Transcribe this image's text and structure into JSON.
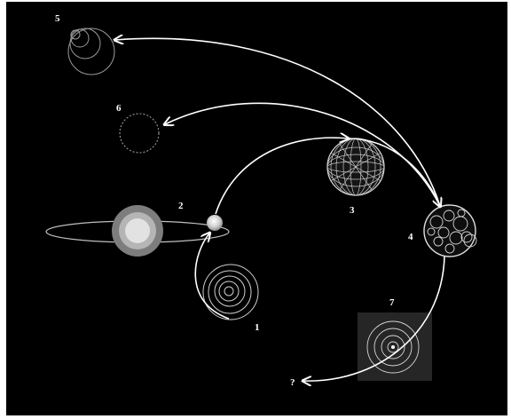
{
  "diagram": {
    "background": "#000000",
    "line_color": "#ffffff",
    "nodes": [
      {
        "id": "1",
        "label": "1",
        "depiction": "spiral-rings"
      },
      {
        "id": "2",
        "label": "2",
        "depiction": "glowing-star-with-orbit"
      },
      {
        "id": "3",
        "label": "3",
        "depiction": "wireframe-sphere"
      },
      {
        "id": "4",
        "label": "4",
        "depiction": "cratered-sphere"
      },
      {
        "id": "5",
        "label": "5",
        "depiction": "nested-circles"
      },
      {
        "id": "6",
        "label": "6",
        "depiction": "faint-dotted-circle"
      },
      {
        "id": "7",
        "label": "7",
        "depiction": "concentric-rings-in-grey-square"
      },
      {
        "id": "unknown",
        "label": "?",
        "depiction": "none"
      }
    ],
    "edges": [
      {
        "from": "1",
        "to": "2"
      },
      {
        "from": "2",
        "to": "3"
      },
      {
        "from": "3",
        "to": "4"
      },
      {
        "from": "4",
        "to": "5"
      },
      {
        "from": "4",
        "to": "6"
      },
      {
        "from": "4",
        "to": "unknown"
      }
    ]
  }
}
